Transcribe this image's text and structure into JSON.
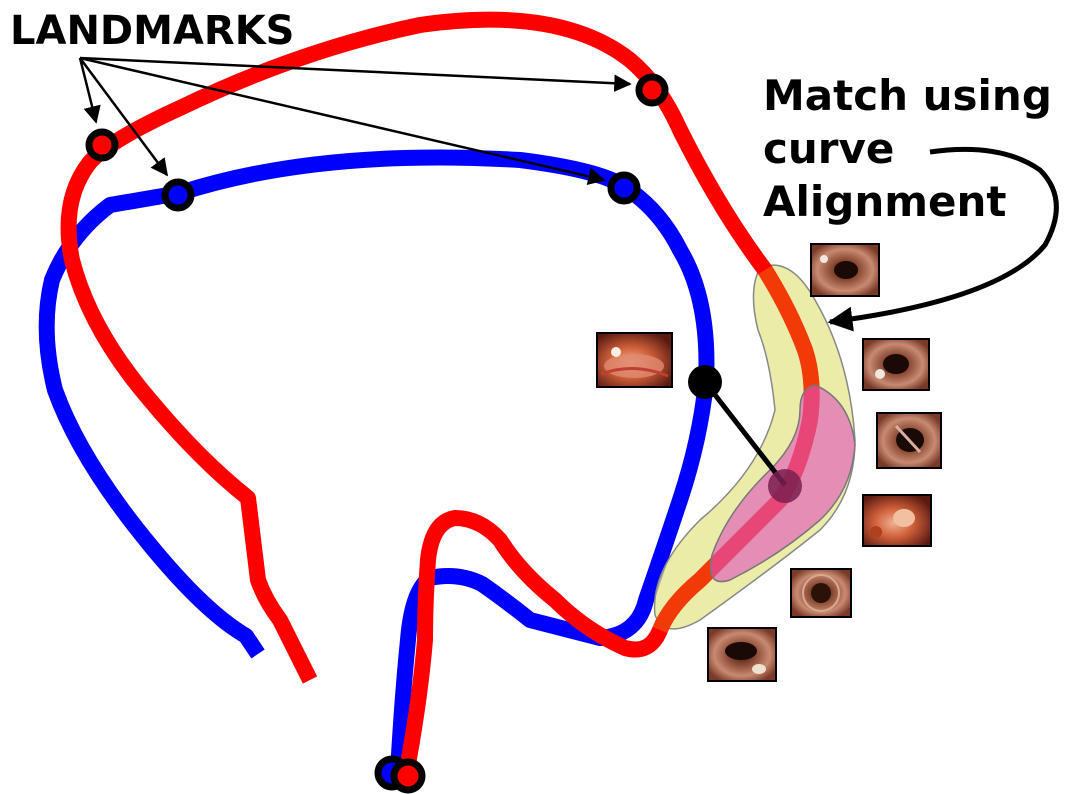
{
  "labels": {
    "landmarks": "LANDMARKS",
    "match_line1": "Match using",
    "match_line2": "curve",
    "match_line3": "Alignment"
  },
  "colors": {
    "curve_a": "#ff0000",
    "curve_b": "#0000ff",
    "region_outer": "#e8e89a",
    "region_inner": "#e060b0",
    "landmark_ring": "#000000"
  },
  "thumbnails": [
    {
      "name": "colon-frame-query"
    },
    {
      "name": "colon-frame-1"
    },
    {
      "name": "colon-frame-2"
    },
    {
      "name": "colon-frame-3"
    },
    {
      "name": "colon-frame-4"
    },
    {
      "name": "colon-frame-5"
    },
    {
      "name": "colon-frame-6"
    }
  ]
}
